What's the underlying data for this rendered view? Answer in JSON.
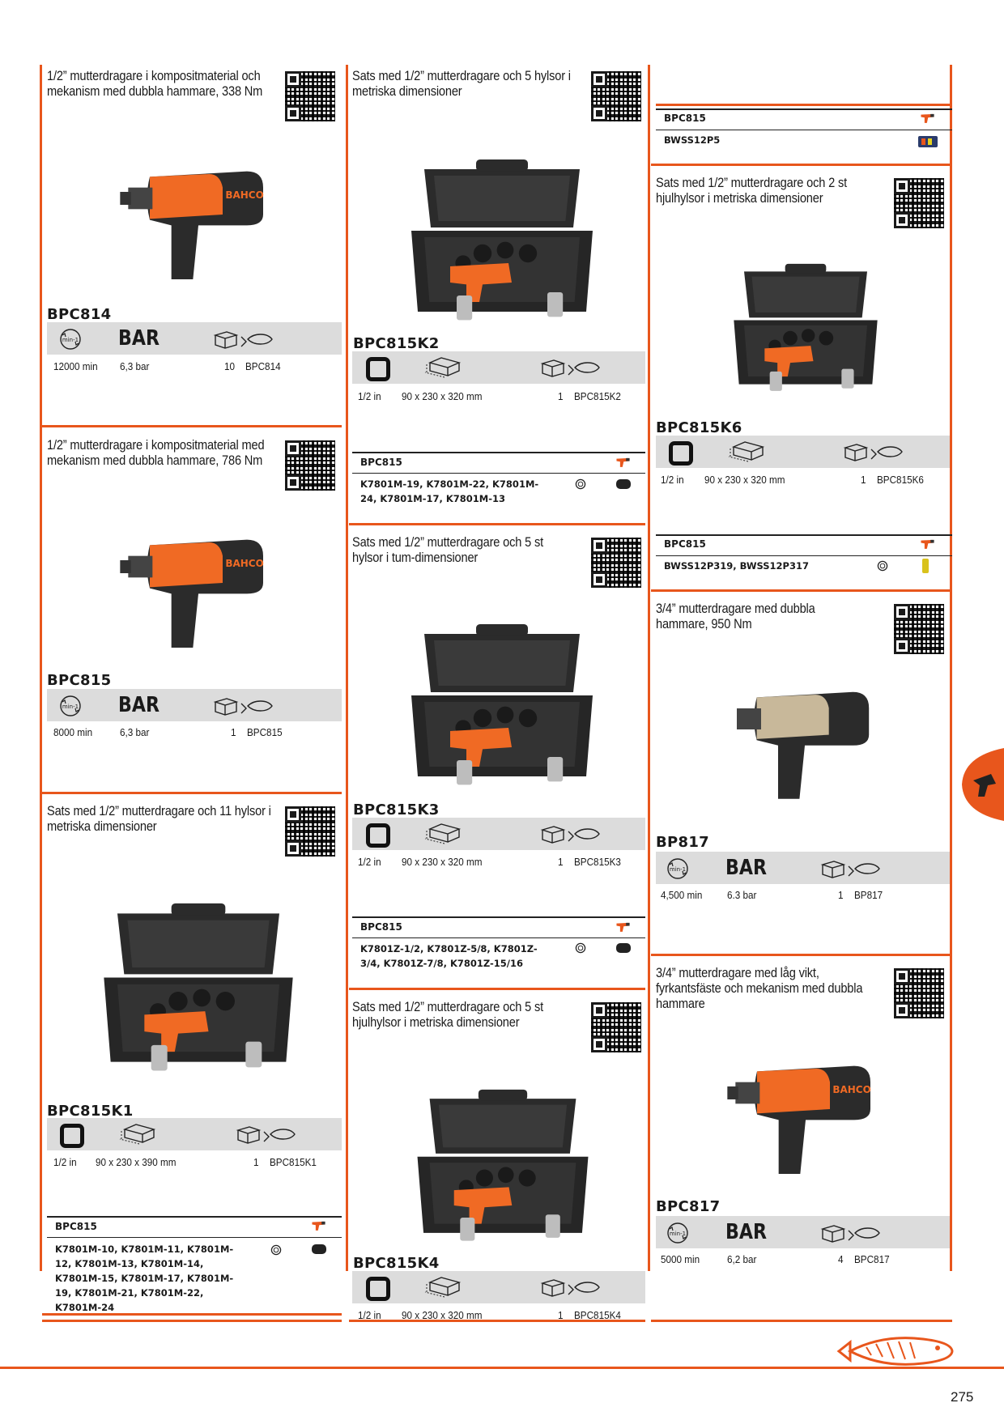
{
  "products": {
    "bpc814": {
      "title": "1/2” mutterdragare i kompositmaterial och mekanism med dubbla hammare, 338 Nm",
      "code": "BPC814",
      "c1": "12000 min",
      "c2": "6,3 bar",
      "qty": "10",
      "ref": "BPC814"
    },
    "bpc815": {
      "title": "1/2” mutterdragare i kompositmaterial med mekanism med dubbla hammare, 786 Nm",
      "code": "BPC815",
      "c1": "8000 min",
      "c2": "6,3 bar",
      "qty": "1",
      "ref": "BPC815"
    },
    "bpc815k1": {
      "title": "Sats med 1/2” mutterdragare och 11 hylsor i metriska dimensioner",
      "code": "BPC815K1",
      "c1": "1/2 in",
      "c2": "90 x 230 x 390 mm",
      "qty": "1",
      "ref": "BPC815K1",
      "tbl_head": "BPC815",
      "tbl_body": "K7801M-10, K7801M-11, K7801M-12, K7801M-13, K7801M-14, K7801M-15, K7801M-17, K7801M-19, K7801M-21, K7801M-22, K7801M-24"
    },
    "bpc815k2": {
      "title": "Sats med 1/2” mutterdragare och 5 hylsor i metriska dimensioner",
      "code": "BPC815K2",
      "c1": "1/2 in",
      "c2": "90 x 230 x 320 mm",
      "qty": "1",
      "ref": "BPC815K2",
      "tbl_head": "BPC815",
      "tbl_body": "K7801M-19, K7801M-22, K7801M-24, K7801M-17, K7801M-13"
    },
    "bpc815k3": {
      "title": "Sats med 1/2” mutterdragare och 5 st hylsor i tum-dimensioner",
      "code": "BPC815K3",
      "c1": "1/2 in",
      "c2": "90 x 230 x 320 mm",
      "qty": "1",
      "ref": "BPC815K3",
      "tbl_head": "BPC815",
      "tbl_body": "K7801Z-1/2, K7801Z-5/8, K7801Z-3/4, K7801Z-7/8, K7801Z-15/16"
    },
    "bpc815k4": {
      "title": "Sats med 1/2” mutterdragare och 5 st hjulhylsor i metriska dimensioner",
      "code": "BPC815K4",
      "c1": "1/2 in",
      "c2": "90 x 230 x 320 mm",
      "qty": "1",
      "ref": "BPC815K4"
    },
    "col3top": {
      "tbl_head": "BPC815",
      "tbl_body": "BWSS12P5"
    },
    "bpc815k6": {
      "title": "Sats med 1/2” mutterdragare och 2 st hjulhylsor i metriska dimensioner",
      "code": "BPC815K6",
      "c1": "1/2 in",
      "c2": "90 x 230 x 320 mm",
      "qty": "1",
      "ref": "BPC815K6",
      "tbl_head": "BPC815",
      "tbl_body": "BWSS12P319, BWSS12P317"
    },
    "bp817": {
      "title": "3/4” mutterdragare med dubbla hammare, 950 Nm",
      "code": "BP817",
      "c1": "4,500 min",
      "c2": "6.3 bar",
      "qty": "1",
      "ref": "BP817"
    },
    "bpc817": {
      "title": "3/4” mutterdragare med låg vikt, fyrkantsfäste och mekanism med dubbla hammare",
      "code": "BPC817",
      "c1": "5000 min",
      "c2": "6,2 bar",
      "qty": "4",
      "ref": "BPC817"
    }
  },
  "icons": {
    "bar": "BAR",
    "rpm": "min-1",
    "square-drive": "square-drive-icon",
    "box": "box-dimensions-icon",
    "pack": "pack-icon",
    "fish": "fish-logo-icon"
  },
  "colors": {
    "accent": "#e8561c",
    "header_bg": "#dcdcdc"
  },
  "page_number": "275"
}
